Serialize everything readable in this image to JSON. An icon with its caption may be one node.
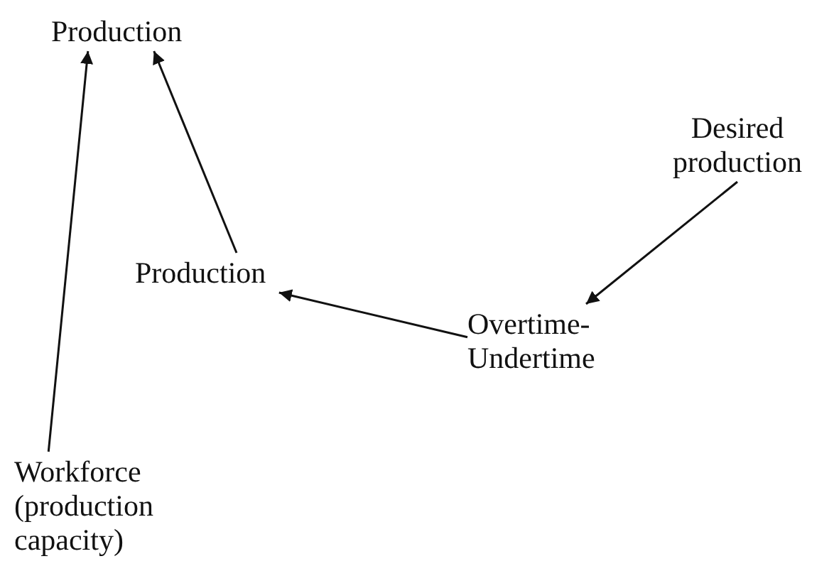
{
  "diagram": {
    "nodes": [
      {
        "text": [
          "Production"
        ]
      },
      {
        "text": [
          "Desired production"
        ]
      },
      {
        "text": [
          "Production"
        ]
      },
      {
        "text": [
          "Overtime- Undertime"
        ]
      },
      {
        "text": [
          "Workforce (production capacity)"
        ]
      }
    ],
    "edges": [
      {
        "from": 4,
        "to": 0,
        "arrow": "to"
      },
      {
        "from": 2,
        "to": 0,
        "arrow": "to"
      },
      {
        "from": 1,
        "to": 3,
        "arrow": "to"
      },
      {
        "from": 3,
        "to": 2,
        "arrow": "to"
      }
    ]
  }
}
